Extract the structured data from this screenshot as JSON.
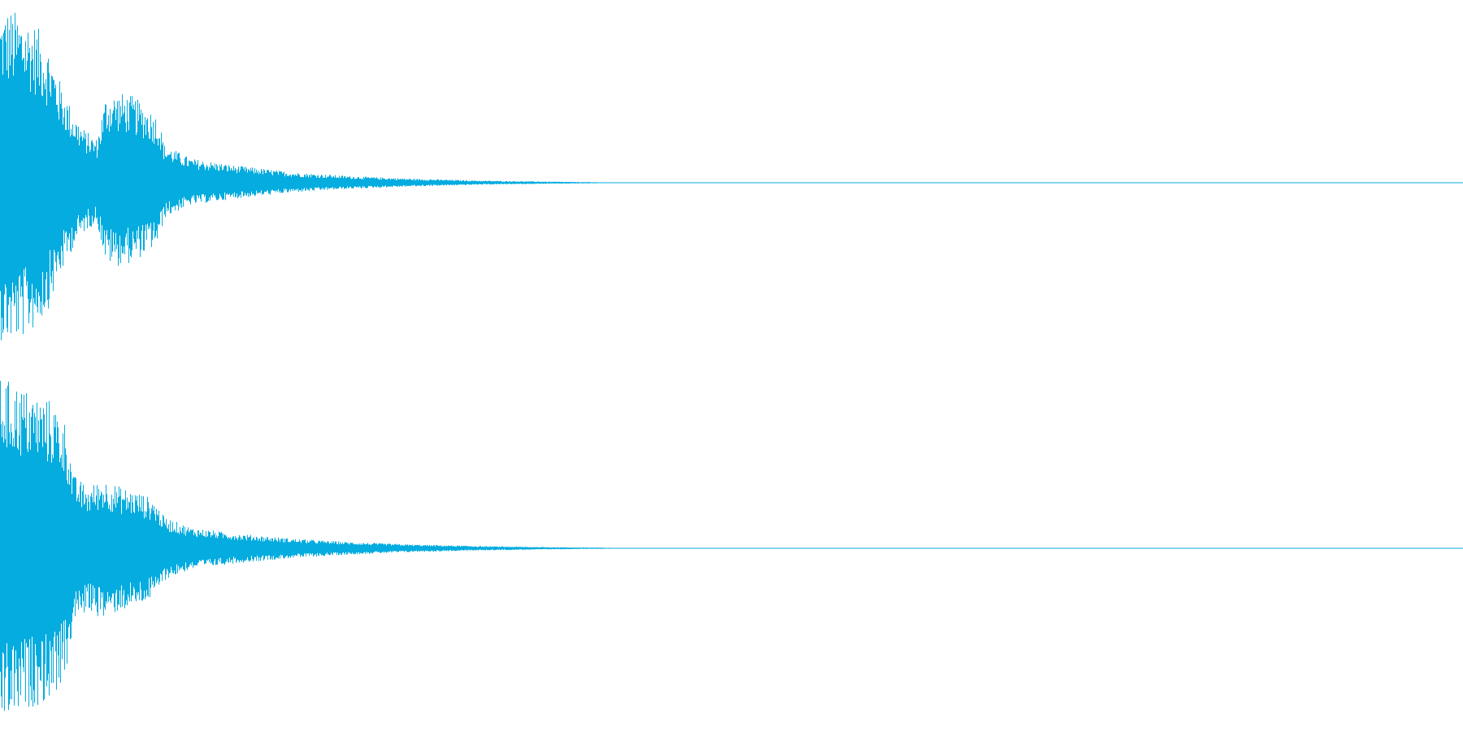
{
  "waveform": {
    "color": "#04acdf",
    "background": "#ffffff",
    "channels": [
      {
        "name": "left",
        "envelope": [
          [
            0.0,
            0.98
          ],
          [
            0.005,
            1.0
          ],
          [
            0.015,
            0.97
          ],
          [
            0.025,
            0.9
          ],
          [
            0.033,
            0.78
          ],
          [
            0.04,
            0.6
          ],
          [
            0.05,
            0.4
          ],
          [
            0.058,
            0.3
          ],
          [
            0.066,
            0.25
          ],
          [
            0.072,
            0.5
          ],
          [
            0.08,
            0.52
          ],
          [
            0.09,
            0.5
          ],
          [
            0.1,
            0.44
          ],
          [
            0.108,
            0.38
          ],
          [
            0.112,
            0.22
          ],
          [
            0.13,
            0.14
          ],
          [
            0.16,
            0.1
          ],
          [
            0.2,
            0.06
          ],
          [
            0.24,
            0.038
          ],
          [
            0.28,
            0.024
          ],
          [
            0.33,
            0.012
          ],
          [
            0.38,
            0.006
          ],
          [
            0.41,
            0.003
          ],
          [
            0.42,
            0.0
          ],
          [
            1.0,
            0.0
          ]
        ],
        "asymmetry": 0.92
      },
      {
        "name": "right",
        "envelope": [
          [
            0.0,
            0.98
          ],
          [
            0.01,
            0.95
          ],
          [
            0.02,
            0.9
          ],
          [
            0.035,
            0.85
          ],
          [
            0.045,
            0.72
          ],
          [
            0.05,
            0.42
          ],
          [
            0.06,
            0.35
          ],
          [
            0.07,
            0.4
          ],
          [
            0.08,
            0.36
          ],
          [
            0.095,
            0.32
          ],
          [
            0.105,
            0.28
          ],
          [
            0.112,
            0.18
          ],
          [
            0.13,
            0.12
          ],
          [
            0.16,
            0.085
          ],
          [
            0.2,
            0.055
          ],
          [
            0.24,
            0.035
          ],
          [
            0.28,
            0.022
          ],
          [
            0.33,
            0.012
          ],
          [
            0.38,
            0.006
          ],
          [
            0.415,
            0.003
          ],
          [
            0.425,
            0.0
          ],
          [
            1.0,
            0.0
          ]
        ],
        "asymmetry": 1.02
      }
    ]
  }
}
